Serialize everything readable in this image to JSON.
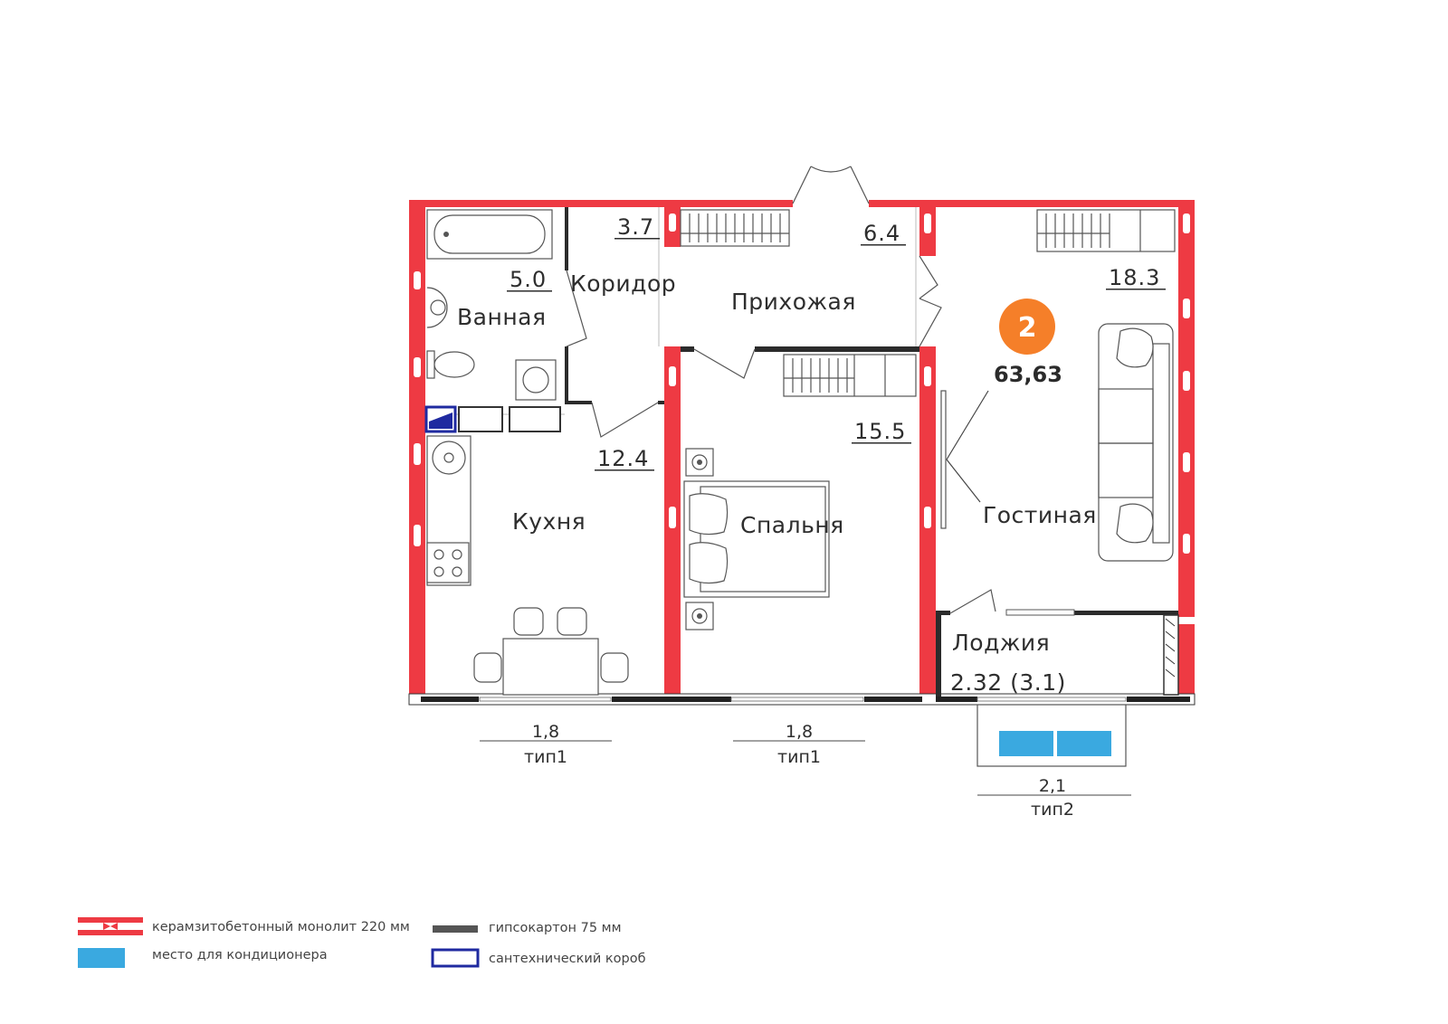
{
  "apartment": {
    "rooms_count": "2",
    "total_area": "63,63"
  },
  "rooms": {
    "bathroom": {
      "name": "Ванная",
      "area": "5.0"
    },
    "corridor": {
      "name": "Коридор",
      "area": "3.7"
    },
    "hallway": {
      "name": "Прихожая",
      "area": "6.4"
    },
    "kitchen": {
      "name": "Кухня",
      "area": "12.4"
    },
    "bedroom": {
      "name": "Спальня",
      "area": "15.5"
    },
    "living": {
      "name": "Гостиная",
      "area": "18.3"
    },
    "loggia": {
      "name": "Лоджия",
      "area": "2.32 (3.1)"
    }
  },
  "windows": [
    {
      "width": "1,8",
      "type": "тип1"
    },
    {
      "width": "1,8",
      "type": "тип1"
    },
    {
      "width": "2,1",
      "type": "тип2"
    }
  ],
  "legend": [
    {
      "icon": "monolith-wall-icon",
      "text": "керамзитобетонный монолит 220 мм"
    },
    {
      "icon": "ac-place-icon",
      "text": "место для кондиционера"
    },
    {
      "icon": "drywall-icon",
      "text": "гипсокартон 75 мм"
    },
    {
      "icon": "plumbing-box-icon",
      "text": "сантехнический короб"
    }
  ],
  "colors": {
    "wall": "#ee3a43",
    "badge": "#f57f29",
    "ac": "#3aa9e0",
    "plumbing_box": "#1f2aa0",
    "partition": "#2b2b2b"
  }
}
